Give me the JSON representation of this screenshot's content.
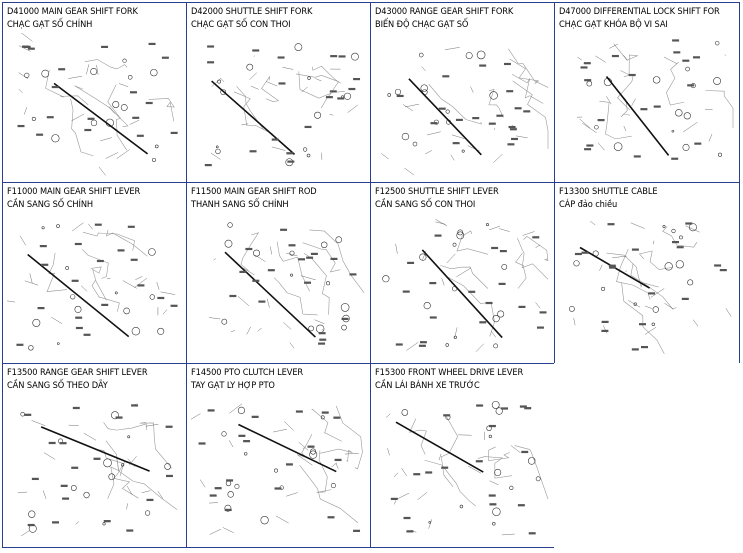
{
  "catalog": {
    "cells": [
      {
        "code": "D41000",
        "title": "MAIN GEAR SHIFT FORK",
        "subtitle": "CHẠC GẠT SỐ CHÍNH",
        "icon": "gear-shift-fork-diagram"
      },
      {
        "code": "D42000",
        "title": "SHUTTLE SHIFT FORK",
        "subtitle": "CHẠC GẠT SỐ CON THOI",
        "icon": "shuttle-fork-diagram"
      },
      {
        "code": "D43000",
        "title": "RANGE GEAR SHIFT FORK",
        "subtitle": "BIẾN ĐỘ CHẠC GẠT SỐ",
        "icon": "range-fork-diagram"
      },
      {
        "code": "D47000",
        "title": "DIFFERENTIAL LOCK SHIFT FOR",
        "subtitle": "CHẠC GẠT KHÓA BỘ VI SAI",
        "icon": "diff-lock-diagram"
      },
      {
        "code": "F11000",
        "title": "MAIN GEAR SHIFT LEVER",
        "subtitle": "CẦN SANG SỐ CHÍNH",
        "icon": "main-lever-diagram"
      },
      {
        "code": "F11500",
        "title": "MAIN GEAR SHIFT ROD",
        "subtitle": "THANH SANG SỐ CHÍNH",
        "icon": "shift-rod-diagram"
      },
      {
        "code": "F12500",
        "title": "SHUTTLE SHIFT LEVER",
        "subtitle": "CẦN SANG SỐ CON THOI",
        "icon": "shuttle-lever-diagram"
      },
      {
        "code": "F13300",
        "title": "SHUTTLE CABLE",
        "subtitle": "CÁP đảo chiều",
        "icon": "shuttle-cable-diagram"
      },
      {
        "code": "F13500",
        "title": "RANGE GEAR SHIFT LEVER",
        "subtitle": "CẦN SANG SỐ THEO DÃY",
        "icon": "range-lever-diagram"
      },
      {
        "code": "F14500",
        "title": "PTO CLUTCH LEVER",
        "subtitle": "TAY GẠT LY HỢP PTO",
        "icon": "pto-lever-diagram"
      },
      {
        "code": "F15300",
        "title": "FRONT WHEEL DRIVE LEVER",
        "subtitle": "CẦN LÁI BÁNH XE TRƯỚC",
        "icon": "fwd-lever-diagram"
      }
    ]
  }
}
